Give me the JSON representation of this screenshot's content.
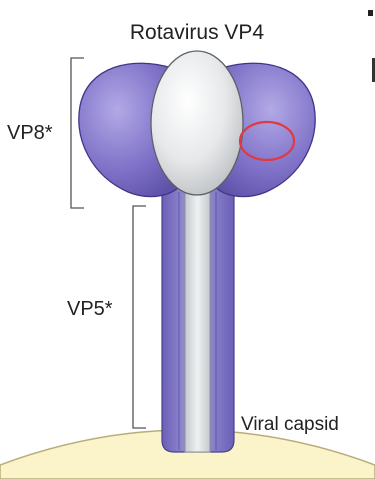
{
  "title": "Rotavirus VP4",
  "labels": {
    "vp8": "VP8*",
    "vp5": "VP5*",
    "capsid": "Viral capsid"
  },
  "colors": {
    "lobe_purple": "#7b6fc6",
    "stalk_purple": "#8d82cf",
    "center_gray": "#e4e6e8",
    "capsid_fill": "#fbf3c9",
    "circle_red": "#e0393f",
    "bracket": "#555555"
  }
}
